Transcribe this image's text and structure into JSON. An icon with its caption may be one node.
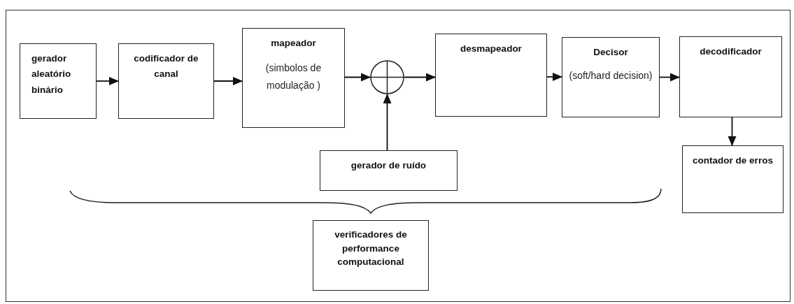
{
  "diagram": {
    "nodes": [
      {
        "text": [
          "gerador aleatório binário"
        ]
      },
      {
        "text": [
          "codificador de canal"
        ]
      },
      {
        "text": [
          "mapeador",
          "(simbolos de modulação )"
        ]
      },
      {
        "text": [],
        "shape": "circle"
      },
      {
        "text": [
          "desmapeador"
        ]
      },
      {
        "text": [
          "Decisor",
          "(soft/hard decision)"
        ]
      },
      {
        "text": [
          "decodificador"
        ]
      },
      {
        "text": [
          "gerador de ruído"
        ]
      },
      {
        "text": [
          "contador de erros"
        ]
      },
      {
        "text": [
          "verificadores de performance computacional"
        ]
      }
    ],
    "edges": [
      {
        "from": 0,
        "to": 1,
        "arrow": "to"
      },
      {
        "from": 1,
        "to": 2,
        "arrow": "to"
      },
      {
        "from": 2,
        "to": 3,
        "arrow": "to"
      },
      {
        "from": 3,
        "to": 4,
        "arrow": "to"
      },
      {
        "from": 7,
        "to": 3,
        "arrow": "to"
      },
      {
        "from": 4,
        "to": 5,
        "arrow": "to"
      },
      {
        "from": 5,
        "to": 6,
        "arrow": "to"
      },
      {
        "from": 6,
        "to": 8,
        "arrow": "to"
      }
    ]
  }
}
